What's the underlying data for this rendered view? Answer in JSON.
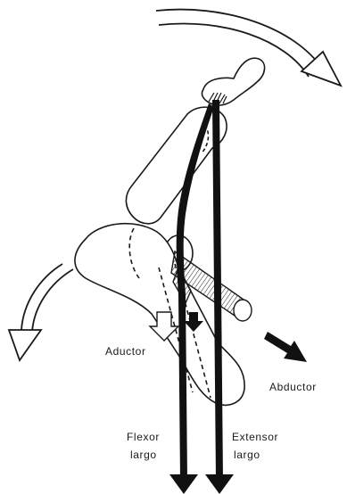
{
  "labels": {
    "adductor": "Aductor",
    "abductor": "Abductor",
    "flexor_line1": "Flexor",
    "flexor_line2": "largo",
    "extensor_line1": "Extensor",
    "extensor_line2": "largo"
  },
  "colors": {
    "ink": "#1a1a1a",
    "background": "#ffffff",
    "tendon": "#111111"
  }
}
